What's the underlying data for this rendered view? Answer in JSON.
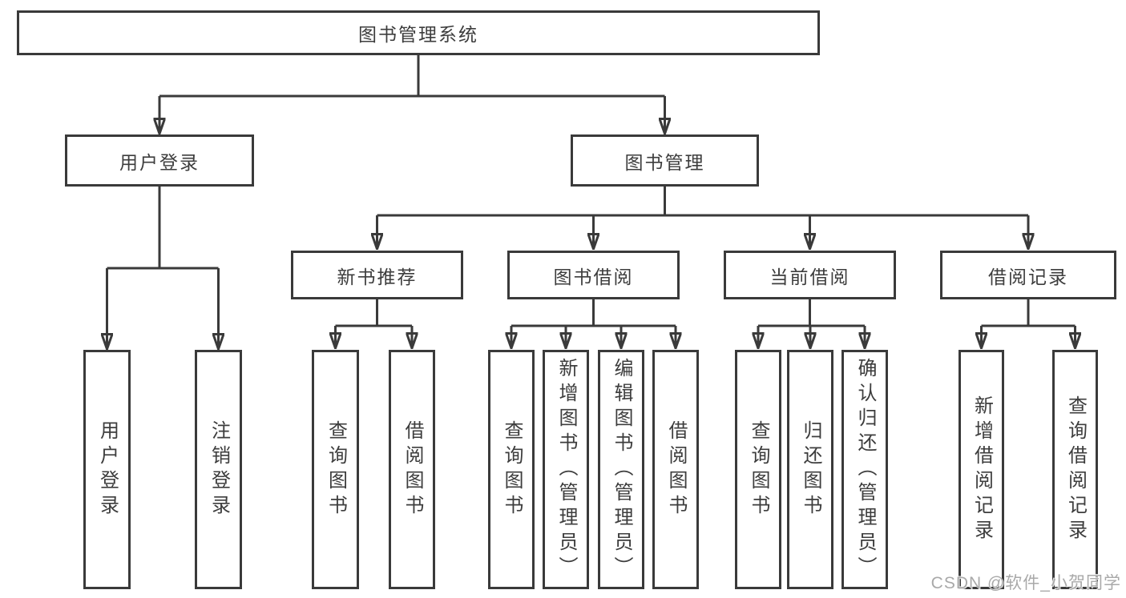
{
  "diagram_type": "hierarchy-tree",
  "tree": {
    "label": "图书管理系统",
    "children": [
      {
        "label": "用户登录",
        "children": [
          {
            "label": "用户登录"
          },
          {
            "label": "注销登录"
          }
        ]
      },
      {
        "label": "图书管理",
        "children": [
          {
            "label": "新书推荐",
            "children": [
              {
                "label": "查询图书"
              },
              {
                "label": "借阅图书"
              }
            ]
          },
          {
            "label": "图书借阅",
            "children": [
              {
                "label": "查询图书"
              },
              {
                "label": "新增图书（管理员）"
              },
              {
                "label": "编辑图书（管理员）"
              },
              {
                "label": "借阅图书"
              }
            ]
          },
          {
            "label": "当前借阅",
            "children": [
              {
                "label": "查询图书"
              },
              {
                "label": "归还图书"
              },
              {
                "label": "确认归还（管理员）"
              }
            ]
          },
          {
            "label": "借阅记录",
            "children": [
              {
                "label": "新增借阅记录"
              },
              {
                "label": "查询借阅记录"
              }
            ]
          }
        ]
      }
    ]
  },
  "watermark": "CSDN @软件_小贺同学",
  "colors": {
    "line": "#3a3a3a",
    "box_border": "#3a3a3a",
    "text": "#3d3d3d",
    "background": "#ffffff",
    "watermark": "#a9a9a9"
  }
}
